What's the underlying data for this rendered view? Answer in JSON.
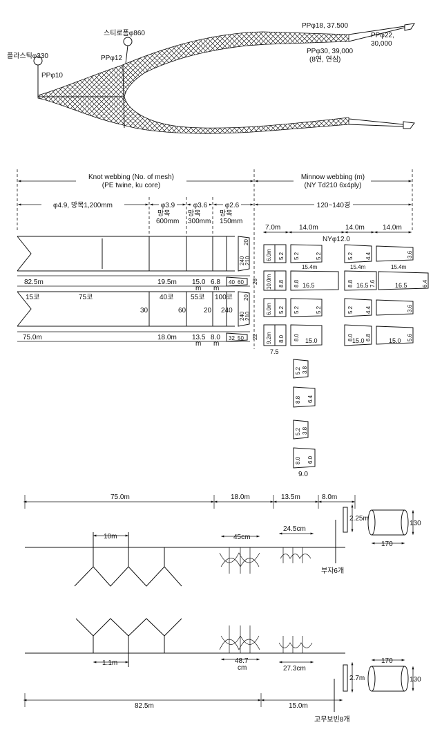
{
  "top": {
    "float_plastic": "플라스틱φ330",
    "rope_pp10": "PPφ10",
    "float_styro": "스티로폼φ860",
    "rope_pp12": "PPφ12",
    "rope_pp18": "PPφ18, 37.500",
    "rope_pp30_a": "PPφ30, 39,000",
    "rope_pp30_b": "(8연, 연심)",
    "rope_pp22_a": "PPφ22,",
    "rope_pp22_b": "30,000"
  },
  "plan": {
    "knot_title_1": "Knot webbing (No. of mesh)",
    "knot_title_2": "(PE twine, ku core)",
    "minnow_title_1": "Minnow webbing (m)",
    "minnow_title_2": "(NY Td210 6x4ply)",
    "seg1": "φ4.9, 망목1,200mm",
    "seg2": "φ3.9",
    "seg3": "φ3.6",
    "seg4": "φ2.6",
    "seg5": "120~140경",
    "mesh_label": "망목",
    "mesh_600": "600mm",
    "mesh_300": "300mm",
    "mesh_150": "150mm",
    "m_7": "7.0m",
    "m_14a": "14.0m",
    "m_14b": "14.0m",
    "m_14c": "14.0m",
    "ny12": "NYφ12.0",
    "len_825": "82.5m",
    "len_195": "19.5m",
    "len_150": "15.0",
    "len_68": "6.8",
    "m_unit": "m",
    "len_750": "75.0m",
    "len_180": "18.0m",
    "len_135": "13.5",
    "len_80": "8.0",
    "ko_15": "15코",
    "ko_75": "75코",
    "ko_40": "40코",
    "ko_55": "55코",
    "ko_100": "100코",
    "n_30": "30",
    "n_60": "60",
    "n_20": "20",
    "n_240": "240",
    "sp_20a": "20",
    "sp_240a": "240",
    "sp_210a": "210",
    "sp_40": "40",
    "sp_60": "60",
    "sp_28": "28",
    "sp_20b": "20",
    "sp_240b": "240",
    "sp_210b": "210",
    "sp_32": "32",
    "sp_50": "50",
    "sp_22": "22",
    "r1": [
      "6.0m",
      "5.2",
      "5.2",
      "5.2",
      "5.2",
      "4.4",
      "3.6"
    ],
    "r154": [
      "15.4m",
      "15.4m",
      "15.4m"
    ],
    "r2": [
      "10.0m",
      "8.8",
      "8.8",
      "8.8",
      "7.6",
      "6.4"
    ],
    "r2b": [
      "16.5",
      "16.5",
      "16.5"
    ],
    "r3": [
      "6.0m",
      "5.2",
      "5.2",
      "5.2",
      "5.2",
      "4.4",
      "3.6"
    ],
    "r4": [
      "9.2m",
      "8.0",
      "8.0",
      "8.0",
      "6.8",
      "5.6"
    ],
    "r4b": [
      "15.0",
      "15.0",
      "15.0"
    ],
    "r4c": "7.5",
    "c1": [
      "5.2",
      "3.8"
    ],
    "c2": [
      "8.8",
      "6.4"
    ],
    "c3": [
      "5.2",
      "3.8"
    ],
    "c4": [
      "8.0",
      "6.0"
    ],
    "c4b": "9.0"
  },
  "side": {
    "a_750": "75.0m",
    "a_180": "18.0m",
    "a_135": "13.5m",
    "a_80": "8.0m",
    "a_225": "2.25m",
    "a_130": "130",
    "a_170": "170",
    "a_10m": "10m",
    "a_45": "45cm",
    "a_245": "24.5cm",
    "a_buoy": "부자6개",
    "b_11": "1.1m",
    "b_487a": "48.7",
    "b_487b": "cm",
    "b_273": "27.3cm",
    "b_27": "2.7m",
    "b_170": "170",
    "b_130": "130",
    "b_825": "82.5m",
    "b_150": "15.0m",
    "b_bobbin": "고무보빈8개"
  }
}
